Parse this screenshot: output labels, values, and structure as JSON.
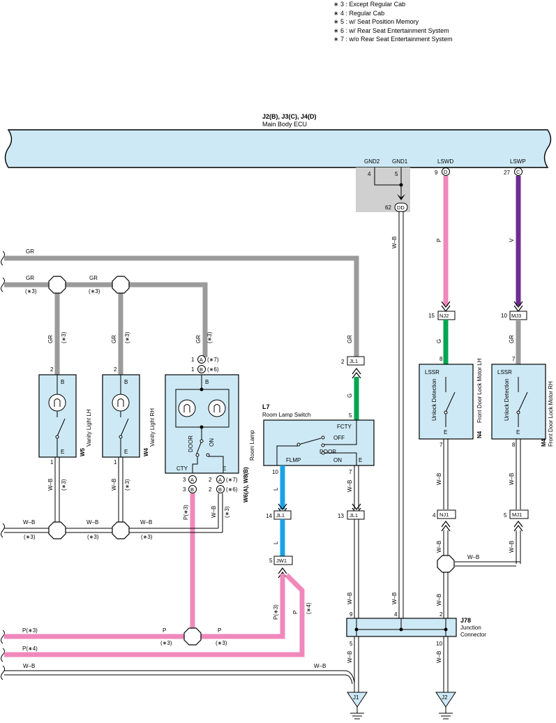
{
  "notes": [
    "∗ 3 : Except Regular Cab",
    "∗ 4 : Regular Cab",
    "∗ 5 : w/ Seat Position Memory",
    "∗ 6 : w/ Rear Seat Entertainment System",
    "∗ 7 : w/o Rear Seat Entertainment System"
  ],
  "ecu": {
    "connectors": "J2(B), J3(C), J4(D)",
    "name": "Main Body ECU",
    "pins": {
      "gnd2": {
        "label": "GND2",
        "num": "4"
      },
      "gnd1": {
        "label": "GND1",
        "num": "5"
      },
      "lswd": {
        "label": "LSWD",
        "num": "9",
        "conn": "D"
      },
      "lswp": {
        "label": "LSWP",
        "num": "27",
        "conn": "C"
      }
    },
    "dd": {
      "num": "62",
      "label": "DD"
    }
  },
  "colors": {
    "gray": "#9b9b9b",
    "pink": "#f088bb",
    "purple": "#6f2c91",
    "green": "#00a651",
    "blue": "#1da1e6",
    "component_fill": "#cde9f5",
    "shade": "#d0d0d0"
  },
  "wires": {
    "gr": "GR",
    "wb": "W–B",
    "p": "P",
    "v": "V",
    "g": "G",
    "l": "L",
    "p3": "P(∗3)",
    "p4": "P(∗4)",
    "n3": "(∗3)",
    "n4": "(∗4)"
  },
  "components": {
    "w5": {
      "id": "W5",
      "name": "Vanity Light LH",
      "pin_top": "2",
      "pin_bot": "1",
      "b": "B",
      "e": "E"
    },
    "w4": {
      "id": "W4",
      "name": "Vanity Light RH",
      "pin_top": "2",
      "pin_bot": "1",
      "b": "B",
      "e": "E"
    },
    "w6": {
      "id": "W6(A), W8(B)",
      "name": "Room Lamp",
      "b": "B",
      "door": "DOOR",
      "on": "ON",
      "cty": "CTY",
      "e": "E",
      "top_pins": [
        {
          "num": "1",
          "conn": "A",
          "note": "(∗7)"
        },
        {
          "num": "1",
          "conn": "B",
          "note": "(∗6)"
        }
      ],
      "cty_pins": [
        {
          "num": "3",
          "conn": "A"
        },
        {
          "num": "3",
          "conn": "B"
        }
      ],
      "e_pins": [
        {
          "num": "2",
          "conn": "A",
          "note": "(∗7)"
        },
        {
          "num": "2",
          "conn": "B",
          "note": "(∗6)"
        }
      ]
    },
    "l7": {
      "id": "L7",
      "name": "Room Lamp Switch",
      "fcty": "FCTY",
      "off": "OFF",
      "door": "DOOR",
      "flmp": "FLMP",
      "on": "ON",
      "e": "E",
      "pin_fcty": "5",
      "pin_flmp": "10",
      "pin_e": "7"
    },
    "n4": {
      "id": "N4",
      "name": "Front Door Lock Motor LH",
      "lssr": "LSSR",
      "det": "Unlock Detection",
      "e": "E",
      "pin_top": "8",
      "pin_bot": "7"
    },
    "m4": {
      "id": "M4",
      "name": "Front Door Lock Motor RH",
      "lssr": "LSSR",
      "det": "Unlock Detection",
      "e": "E",
      "pin_top": "7",
      "pin_bot": "8"
    },
    "j78": {
      "id": "J78",
      "name1": "Junction",
      "name2": "Connector",
      "pins": {
        "p9": "9",
        "p4": "4",
        "p2": "2",
        "p5": "5",
        "p10": "10"
      }
    }
  },
  "connectors": {
    "jl1_top": {
      "num": "2",
      "label": "JL1"
    },
    "jl1_l": {
      "num": "14",
      "label": "JL1"
    },
    "jl1_wb": {
      "num": "13",
      "label": "JL1"
    },
    "jw1": {
      "num": "5",
      "label": "JW1"
    },
    "nj2": {
      "num": "15",
      "label": "NJ2"
    },
    "mj3": {
      "num": "10",
      "label": "MJ3"
    },
    "nj1": {
      "num": "4",
      "label": "NJ1"
    },
    "mj1": {
      "num": "5",
      "label": "MJ1"
    }
  },
  "grounds": {
    "j1": "J1",
    "j2": "J2"
  }
}
